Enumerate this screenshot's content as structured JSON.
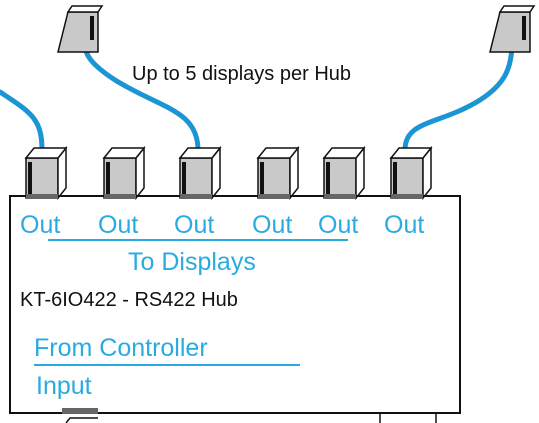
{
  "caption": "Up to 5 displays per Hub",
  "hub": {
    "output_labels": [
      "Out",
      "Out",
      "Out",
      "Out",
      "Out",
      "Out"
    ],
    "to_displays_label": "To Displays",
    "model_label": "KT-6IO422 - RS422 Hub",
    "from_controller_label": "From Controller",
    "input_label": "Input"
  },
  "colors": {
    "cable": "#1b95d4",
    "label": "#29abe2",
    "connector_fill": "#c9c9c9",
    "port": "#666666",
    "outline": "#111111"
  },
  "icons": {
    "connector": "rj-connector-icon",
    "display_plug": "display-plug-icon"
  }
}
